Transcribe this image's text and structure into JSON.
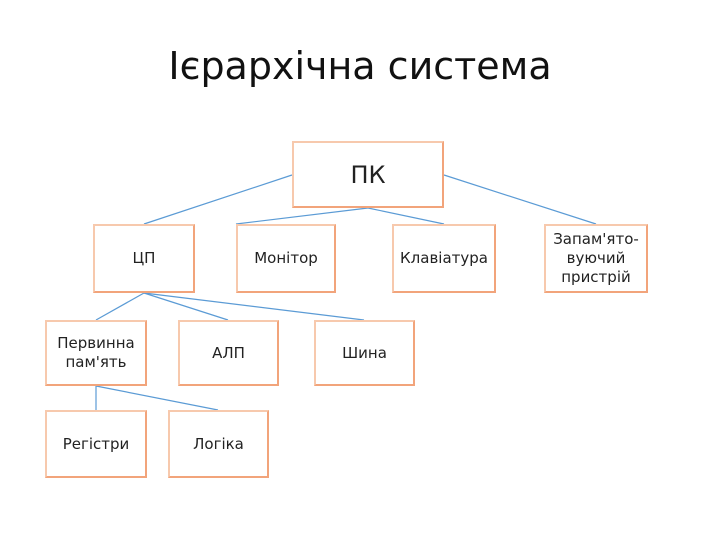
{
  "title": "Ієрархічна система",
  "colors": {
    "box_border": "#f2a47b",
    "connector": "#5b9bd5"
  },
  "nodes": {
    "pk": "ПК",
    "cpu": "ЦП",
    "monitor": "Монітор",
    "keyboard": "Клавіатура",
    "storage": "Запам'ято-\nвуючий\nпристрій",
    "primary_memory": "Первинна\nпам'ять",
    "alu": "АЛП",
    "bus": "Шина",
    "registers": "Регістри",
    "logic": "Логіка"
  }
}
